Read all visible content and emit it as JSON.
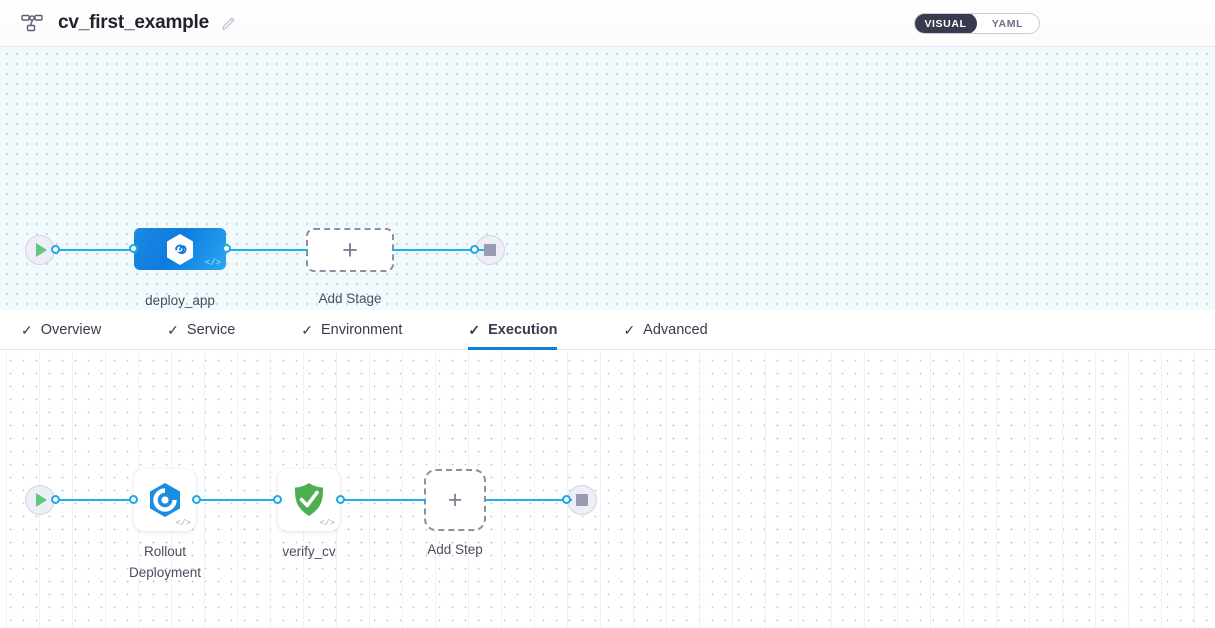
{
  "header": {
    "pipeline_icon": "pipeline-hierarchy-icon",
    "title": "cv_first_example",
    "edit_icon": "pencil-edit-icon",
    "view_toggle": {
      "options": [
        "VISUAL",
        "YAML"
      ],
      "selected": "VISUAL"
    }
  },
  "stage_canvas": {
    "start_node": {
      "icon": "play-icon",
      "label": ""
    },
    "nodes": [
      {
        "id": "deploy_app",
        "label": "deploy_app",
        "icon": "harness-cd-hexagon-icon",
        "code_badge": "</>",
        "selected": true
      }
    ],
    "add_stage": {
      "label": "Add Stage",
      "icon": "plus-icon"
    },
    "end_node": {
      "icon": "stop-icon"
    }
  },
  "tabs": [
    {
      "label": "Overview",
      "icon": "check-icon",
      "active": false
    },
    {
      "label": "Service",
      "icon": "check-icon",
      "active": false
    },
    {
      "label": "Environment",
      "icon": "check-icon",
      "active": false
    },
    {
      "label": "Execution",
      "icon": "check-icon",
      "active": true
    },
    {
      "label": "Advanced",
      "icon": "check-icon",
      "active": false
    }
  ],
  "step_canvas": {
    "start_node": {
      "icon": "play-icon"
    },
    "steps": [
      {
        "id": "rollout_deployment",
        "label": "Rollout\nDeployment",
        "icon": "k8s-rollout-hexagon-icon",
        "code_badge": "</>"
      },
      {
        "id": "verify_cv",
        "label": "verify_cv",
        "icon": "green-shield-check-icon",
        "code_badge": "</>"
      }
    ],
    "add_step": {
      "label": "Add Step",
      "icon": "plus-icon"
    },
    "end_node": {
      "icon": "stop-icon"
    }
  },
  "colors": {
    "accent_blue": "#1ab2e8",
    "stage_blue": "#0e7ae0",
    "active_tab": "#0a85d6",
    "toggle_dark": "#383a4e",
    "shield_green": "#4caf50",
    "canvas_top": "#f1fafd"
  }
}
